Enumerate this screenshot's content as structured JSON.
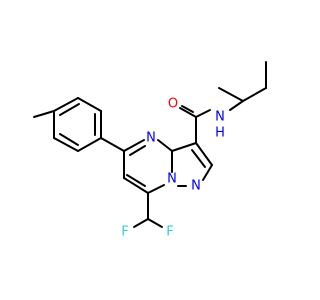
{
  "molecule": {
    "atom_labels": {
      "n_amide": "N",
      "h_amide": "H",
      "o_carbonyl": "O",
      "n_pyrimidine": "N",
      "n_bridge": "N",
      "n_pyrazole": "N",
      "f_left": "F",
      "f_right": "F"
    },
    "colors": {
      "bond": "#000000",
      "nitrogen": "#0000ff",
      "oxygen": "#ff0000",
      "fluorine": "#33cccc"
    }
  }
}
